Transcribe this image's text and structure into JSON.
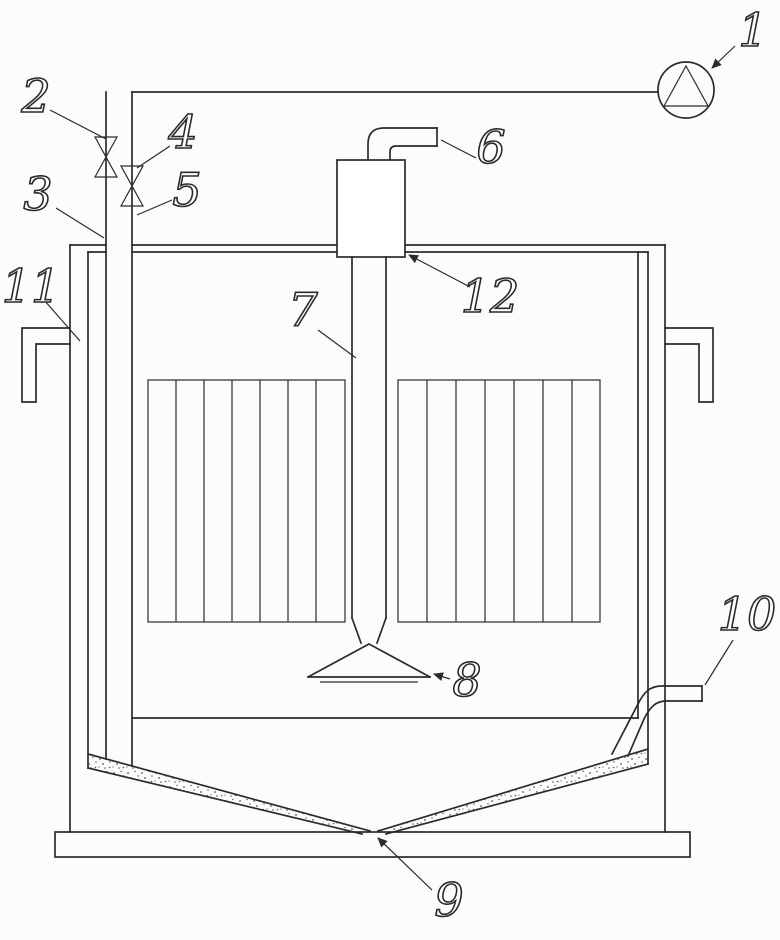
{
  "figure": {
    "colors": {
      "line": "#2b2b2b",
      "background": "#fcfcfa"
    },
    "labels": {
      "l1": "1",
      "l2": "2",
      "l3": "3",
      "l4": "4",
      "l5": "5",
      "l6": "6",
      "l7": "7",
      "l8": "8",
      "l9": "9",
      "l10": "10",
      "l11": "11",
      "l12": "12"
    }
  }
}
